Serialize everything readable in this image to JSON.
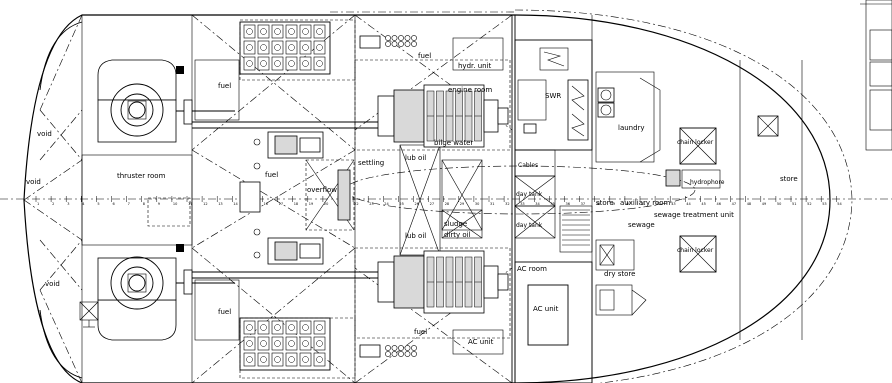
{
  "labels": {
    "void_upper": "void",
    "void_center": "void",
    "void_lower": "void",
    "thruster_room": "thruster room",
    "fuel_upper_left": "fuel",
    "fuel_center_left": "fuel",
    "fuel_lower_left": "fuel",
    "fuel_upper_right": "fuel",
    "fuel_lower_right": "fuel",
    "hydr_unit": "hydr. unit",
    "engine_room": "engine room",
    "settling": "settling",
    "overflow": "overflow",
    "lub_oil_upper": "lub oil",
    "lub_oil_lower": "lub oil",
    "bilge_water": "bilge water",
    "sludge": "sludge",
    "dirty_oil": "dirty oil",
    "swr": "SWR",
    "cables": "Cables",
    "day_tank_upper": "day tank",
    "day_tank_lower": "day tank",
    "laundry": "laundry",
    "chain_locker_upper": "chain locker",
    "chain_locker_lower": "chain locker",
    "hydrophore": "hydrophore",
    "store_aux": "store",
    "auxiliary_room": "auxiliary room",
    "sewage_treatment_unit": "sewage treatment unit",
    "sewage": "sewage",
    "ac_room": "AC room",
    "ac_unit_room": "AC unit",
    "ac_unit_small": "AC unit",
    "dry_store": "dry store",
    "store_bow": "store"
  },
  "frames": [
    "1",
    "2",
    "3",
    "4",
    "5",
    "6",
    "7",
    "8",
    "9",
    "10",
    "11",
    "12",
    "13",
    "14",
    "15",
    "16",
    "17",
    "18",
    "19",
    "20",
    "21",
    "22",
    "23",
    "24",
    "25",
    "26",
    "27",
    "28",
    "29",
    "30",
    "31",
    "32",
    "33",
    "34",
    "35",
    "36",
    "37",
    "38",
    "39",
    "40",
    "41",
    "42",
    "43",
    "44",
    "45",
    "46",
    "47",
    "48",
    "49",
    "50",
    "51",
    "52",
    "53",
    "54"
  ],
  "colors": {
    "line": "#000000",
    "background": "#ffffff",
    "equipment_fill": "#d9d9d9"
  }
}
